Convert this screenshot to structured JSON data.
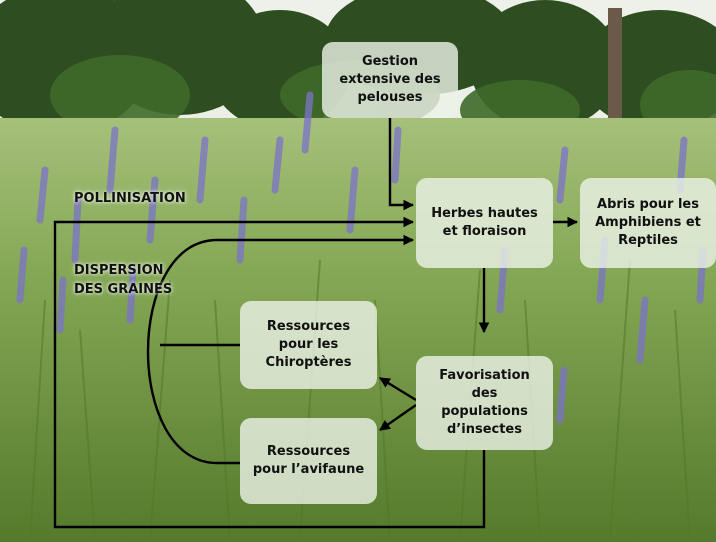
{
  "nodes": {
    "gestion": "Gestion\nextensive des\npelouses",
    "herbes": "Herbes hautes\net floraison",
    "abris": "Abris pour les\nAmphibiens et\nReptiles",
    "chiropteres": "Ressources\npour les\nChiroptères",
    "favorisation": "Favorisation\ndes\npopulations\nd’insectes",
    "avifaune": "Ressources\npour l’avifaune"
  },
  "labels": {
    "pollinisation": "POLLINISATION",
    "dispersion": "DISPERSION\nDES GRAINES"
  },
  "colors": {
    "arrow": "#000000",
    "box_fill": "#ecf2e8",
    "sky": "#f2f4ef",
    "tree_dark": "#2f4f22",
    "grass": "#6f9a3e",
    "flowers": "#7b73c9"
  }
}
